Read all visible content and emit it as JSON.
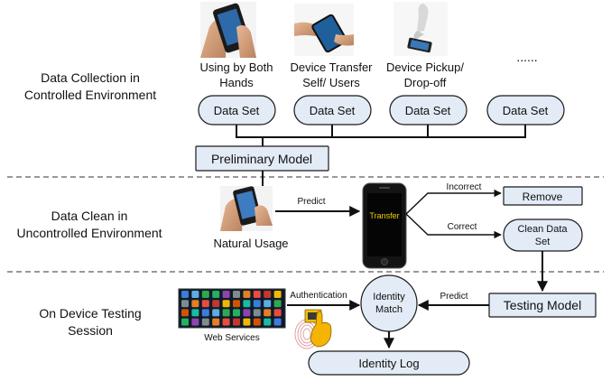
{
  "sections": {
    "collection": [
      "Data Collection in",
      "Controlled Environment"
    ],
    "clean": [
      "Data Clean in",
      "Uncontrolled Environment"
    ],
    "testing": [
      "On Device Testing",
      "Session"
    ]
  },
  "scenarios": [
    [
      "Using by Both",
      "Hands"
    ],
    [
      "Device Transfer",
      "Self/ Users"
    ],
    [
      "Device Pickup/",
      "Drop-off"
    ],
    [
      "......"
    ]
  ],
  "data_set_label": "Data Set",
  "preliminary_model": "Preliminary Model",
  "natural_usage": "Natural Usage",
  "predict_label": "Predict",
  "phone_screen_text": "Transfer",
  "incorrect_label": "Incorrect",
  "correct_label": "Correct",
  "remove_label": "Remove",
  "clean_data_set": [
    "Clean Data",
    "Set"
  ],
  "testing_model": "Testing Model",
  "identity_match": [
    "Identity",
    "Match"
  ],
  "authentication_label": "Authentication",
  "web_services_label": "Web Services",
  "identity_log": "Identity Log",
  "colors": {
    "node_fill": "#e3ebf6",
    "screen_text": "#f2d000",
    "phone_body": "#141414",
    "finger": "#f5b400"
  },
  "icons": [
    "hands-phone-photo",
    "device-transfer-photo",
    "device-pickup-photo",
    "natural-usage-photo",
    "smartphone-icon",
    "web-services-grid-icon",
    "fingerprint-touch-icon"
  ]
}
